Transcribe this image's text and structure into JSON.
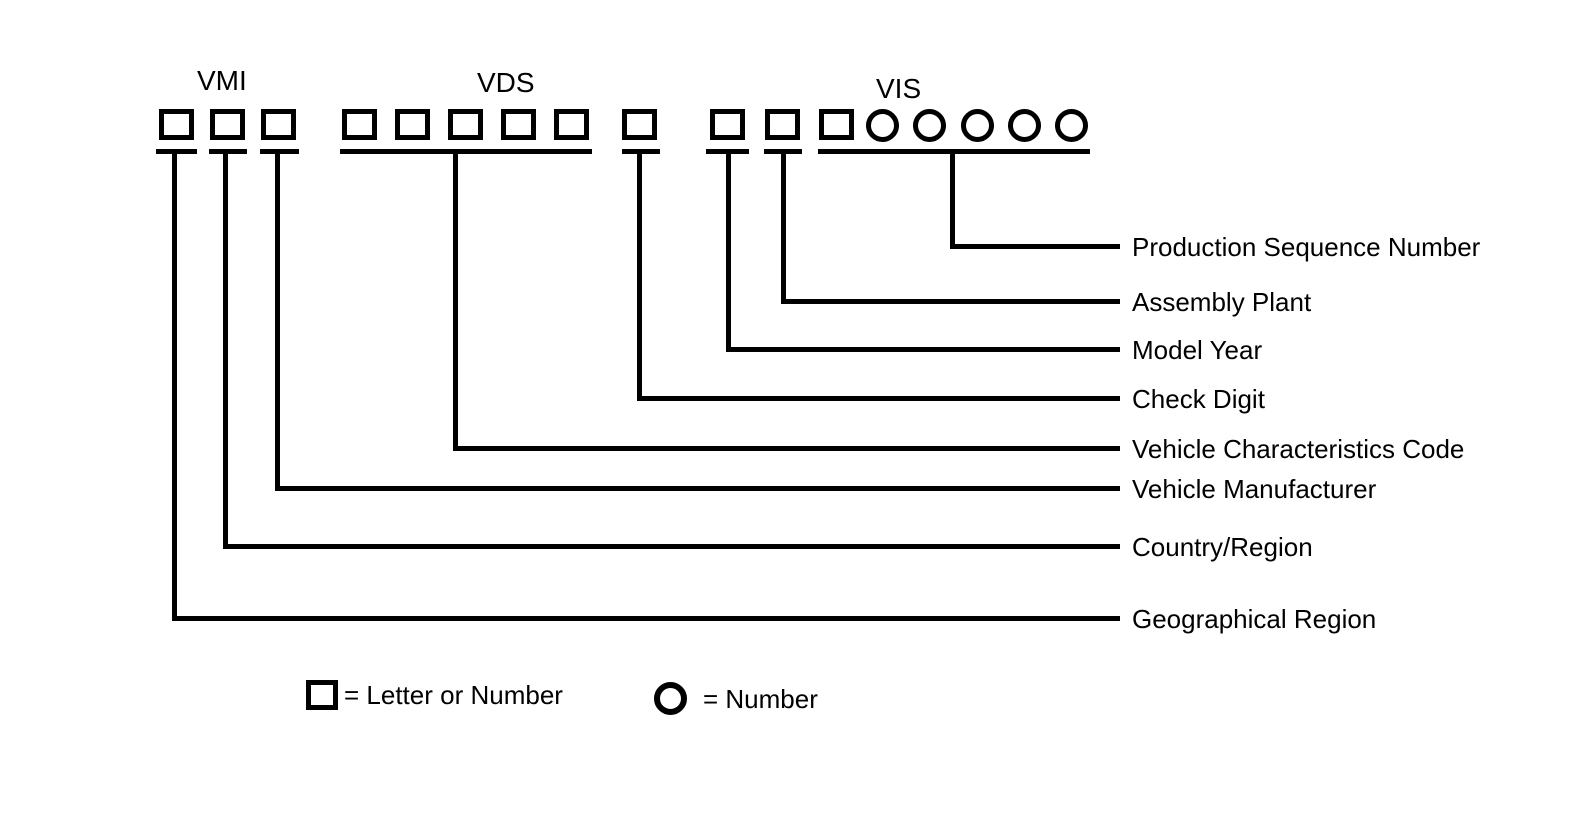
{
  "diagram_subject": "VIN structure",
  "sections": {
    "vmi": "VMI",
    "vds": "VDS",
    "vis": "VIS"
  },
  "callouts": [
    "Production Sequence Number",
    "Assembly Plant",
    "Model Year",
    "Check Digit",
    "Vehicle Characteristics Code",
    "Vehicle Manufacturer",
    "Country/Region",
    "Geographical Region"
  ],
  "cell_groups": [
    {
      "callout": "Geographical Region",
      "cells": [
        "square"
      ]
    },
    {
      "callout": "Country/Region",
      "cells": [
        "square"
      ]
    },
    {
      "callout": "Vehicle Manufacturer",
      "cells": [
        "square"
      ]
    },
    {
      "callout": "Vehicle Characteristics Code",
      "cells": [
        "square",
        "square",
        "square",
        "square",
        "square"
      ]
    },
    {
      "callout": "Check Digit",
      "cells": [
        "square"
      ]
    },
    {
      "callout": "Model Year",
      "cells": [
        "square"
      ]
    },
    {
      "callout": "Assembly Plant",
      "cells": [
        "square"
      ]
    },
    {
      "callout": "Production Sequence Number",
      "cells": [
        "square",
        "circle",
        "circle",
        "circle",
        "circle",
        "circle"
      ]
    }
  ],
  "legend": {
    "square_label": "= Letter or Number",
    "circle_label": "= Number"
  },
  "colors": {
    "foreground": "#000000",
    "background": "#ffffff"
  }
}
